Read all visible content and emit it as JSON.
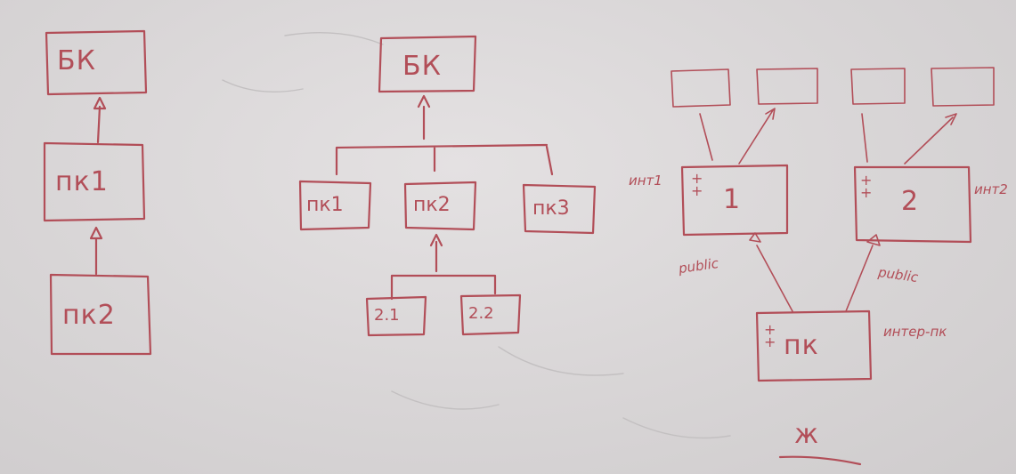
{
  "colors": {
    "ink": "#b24e58",
    "board": "#dcd9da"
  },
  "diagram1": {
    "boxes": [
      "БК",
      "пк1",
      "пк2"
    ]
  },
  "diagram2": {
    "boxes": [
      "БК",
      "пк1",
      "пк2",
      "пк3",
      "2.1",
      "2.2"
    ]
  },
  "diagram3": {
    "boxes": [
      "1",
      "2",
      "пк"
    ],
    "interfaces": [
      "инт1",
      "инт2",
      "интер-пк"
    ],
    "access": [
      "public",
      "public"
    ],
    "member_marks": "+\n+",
    "bottom_mark": "ж"
  }
}
